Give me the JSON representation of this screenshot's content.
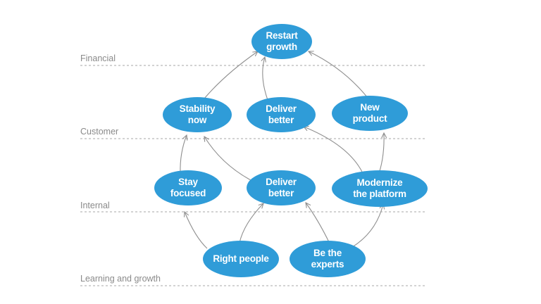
{
  "layers": {
    "financial": "Financial",
    "customer": "Customer",
    "internal": "Internal",
    "learning": "Learning and growth"
  },
  "nodes": {
    "restart_growth": "Restart\ngrowth",
    "stability_now": "Stability\nnow",
    "deliver_better_customer": "Deliver\nbetter",
    "new_product": "New\nproduct",
    "stay_focused": "Stay\nfocused",
    "deliver_better_internal": "Deliver\nbetter",
    "modernize_platform": "Modernize\nthe platform",
    "right_people": "Right people",
    "be_the_experts": "Be the\nexperts"
  },
  "colors": {
    "node_fill": "#2f9cd8",
    "node_text": "#ffffff",
    "edge": "#8f8f8f",
    "layer_line": "#b9b9b9",
    "layer_label": "#8a8a8a"
  }
}
